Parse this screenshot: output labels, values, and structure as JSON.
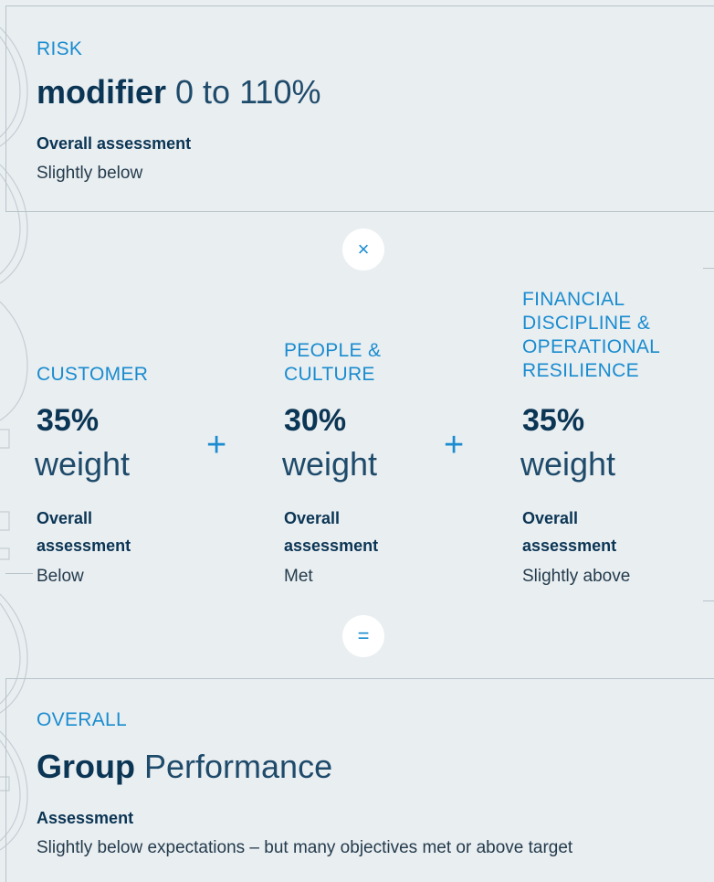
{
  "risk": {
    "label": "RISK",
    "heading_bold": "modifier",
    "heading_light": "0 to 110%",
    "assessment_title": "Overall assessment",
    "assessment_value": "Slightly below"
  },
  "operators": {
    "multiply": "×",
    "plus": "+",
    "equals": "="
  },
  "columns": [
    {
      "label": "CUSTOMER",
      "percent": "35%",
      "weight_word": "weight",
      "assessment_title": "Overall assessment",
      "assessment_value": "Below"
    },
    {
      "label": "PEOPLE & CULTURE",
      "percent": "30%",
      "weight_word": "weight",
      "assessment_title": "Overall assessment",
      "assessment_value": "Met"
    },
    {
      "label": "FINANCIAL DISCIPLINE & OPERATIONAL RESILIENCE",
      "percent": "35%",
      "weight_word": "weight",
      "assessment_title": "Overall assessment",
      "assessment_value": "Slightly above"
    }
  ],
  "overall": {
    "label": "OVERALL",
    "heading_bold": "Group",
    "heading_light": "Performance",
    "assessment_title": "Assessment",
    "assessment_value": "Slightly below expectations – but many objectives met or above target"
  },
  "colors": {
    "accent": "#1a8ccf",
    "navy": "#0b3554",
    "background": "#e9eef1"
  }
}
